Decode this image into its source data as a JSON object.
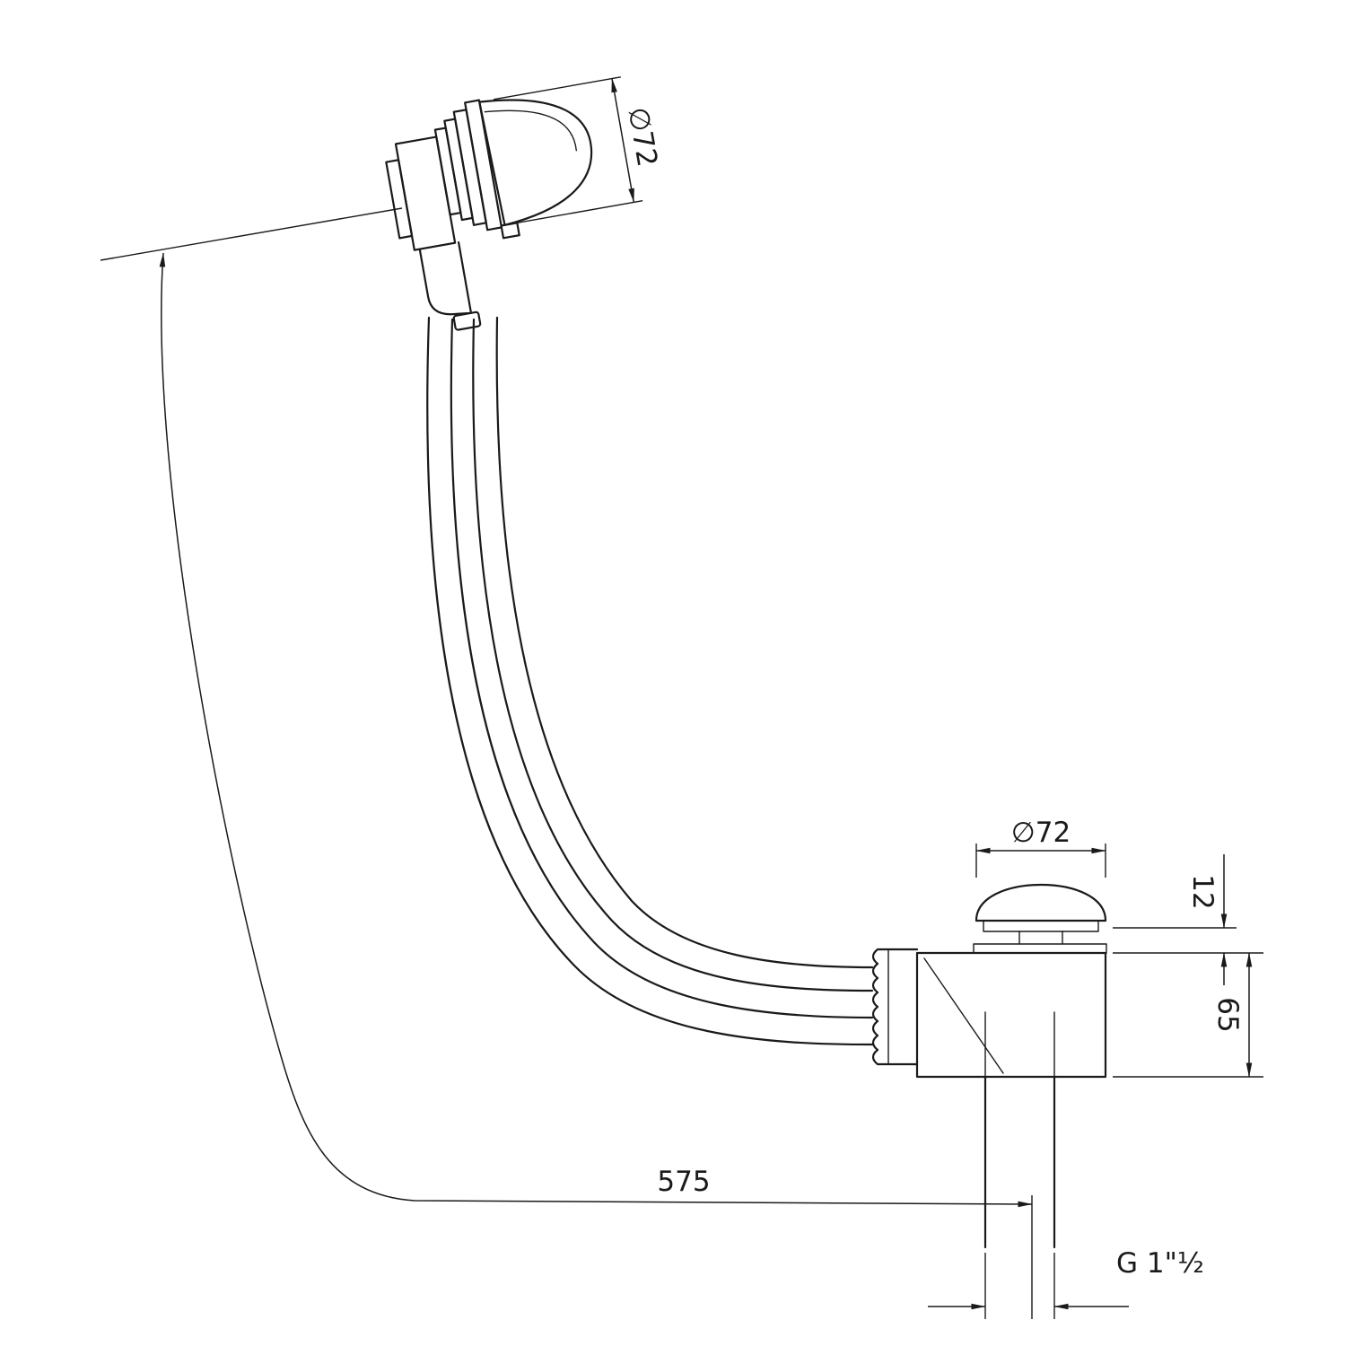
{
  "page": {
    "background": "#ffffff"
  },
  "drawing": {
    "kind": "technical-dimension-drawing",
    "subject": "bath-waste-overflow-set-side-view",
    "line_color": "#1a1a1a",
    "dimensions": {
      "overflow_cap_diameter": "∅72",
      "cable_length": "575",
      "waste_cap_diameter": "∅72",
      "cap_height": "12",
      "waste_body_height": "65",
      "outlet_thread": "G 1\"½"
    }
  }
}
